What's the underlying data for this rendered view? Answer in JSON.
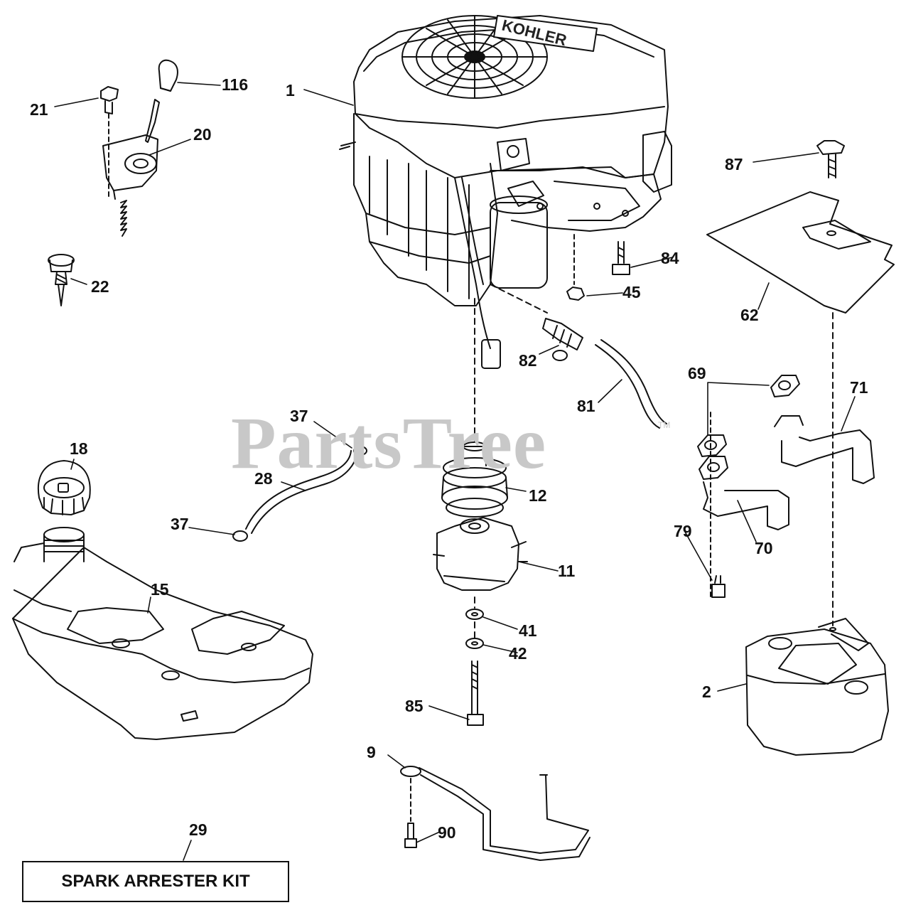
{
  "watermark": {
    "text": "PartsTree",
    "tm": "TM"
  },
  "engine_brand": "KOHLER",
  "kit_label": "SPARK ARRESTER KIT",
  "callouts": {
    "c1": "1",
    "c2": "2",
    "c9": "9",
    "c11": "11",
    "c12": "12",
    "c15": "15",
    "c18": "18",
    "c20": "20",
    "c21": "21",
    "c22": "22",
    "c28": "28",
    "c29": "29",
    "c37a": "37",
    "c37b": "37",
    "c41": "41",
    "c42": "42",
    "c45": "45",
    "c62": "62",
    "c69": "69",
    "c70": "70",
    "c71": "71",
    "c79": "79",
    "c81": "81",
    "c82": "82",
    "c84": "84",
    "c85": "85",
    "c87": "87",
    "c90": "90",
    "c116": "116"
  },
  "colors": {
    "line": "#111111",
    "watermark": "#c8c8c8",
    "background": "#ffffff"
  }
}
